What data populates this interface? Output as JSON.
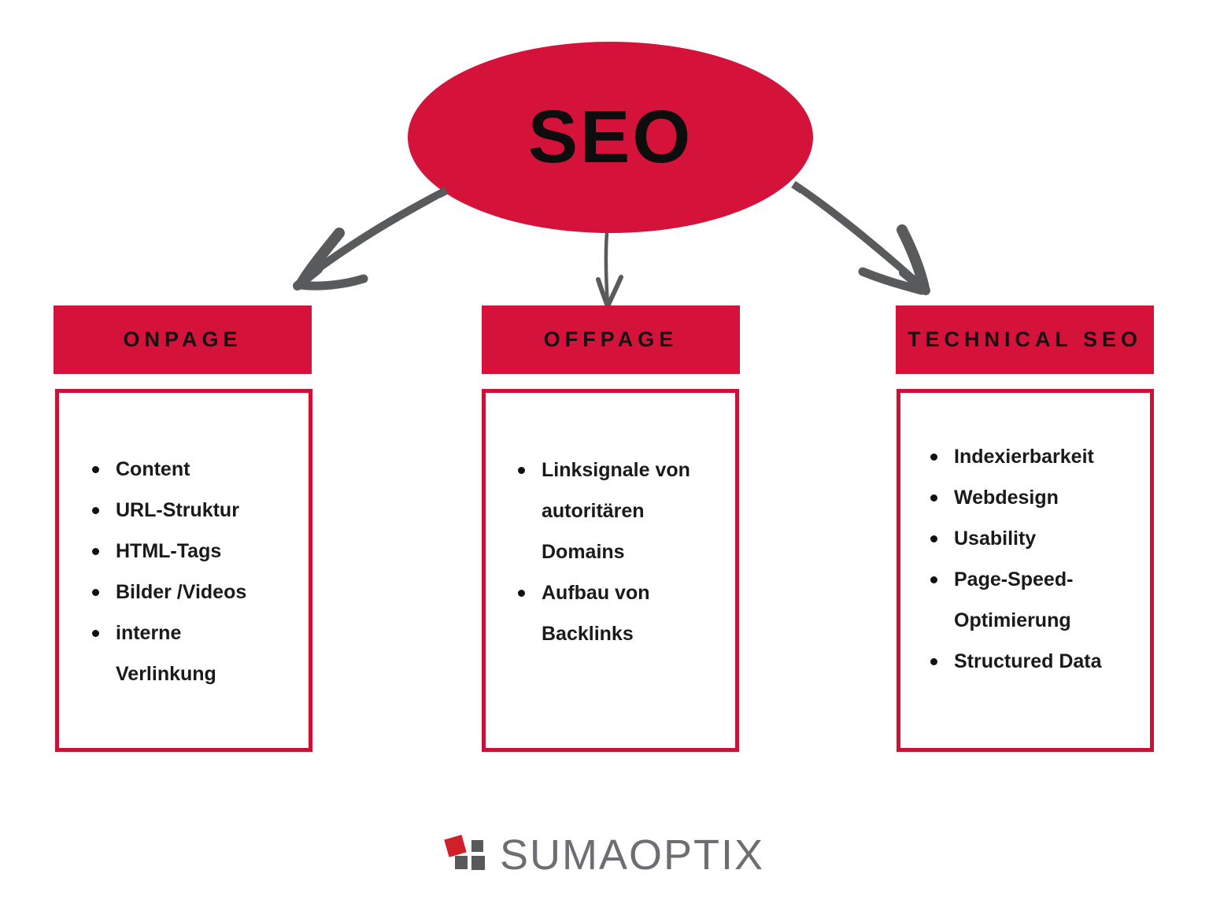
{
  "root": {
    "title": "SEO"
  },
  "columns": [
    {
      "header": "ONPAGE",
      "items": [
        "Content",
        "URL-Struktur",
        "HTML-Tags",
        "Bilder /Videos",
        "interne Verlinkung"
      ]
    },
    {
      "header": "OFFPAGE",
      "items": [
        "Linksignale von autoritären Domains",
        "Aufbau von Backlinks"
      ]
    },
    {
      "header": "TECHNICAL SEO",
      "items": [
        "Indexierbarkeit",
        "Webdesign",
        "Usability",
        "Page-Speed-Optimierung",
        "Structured Data"
      ]
    }
  ],
  "logo": {
    "brand": "SUMAOPTIX"
  },
  "colors": {
    "primary_red": "#D5123A",
    "box_border_red": "#CB1236",
    "arrow_gray": "#595A5C",
    "text_black": "#111111",
    "logo_text_gray": "#6D6E71",
    "logo_square_gray": "#58595B",
    "logo_square_red": "#D0202A"
  }
}
